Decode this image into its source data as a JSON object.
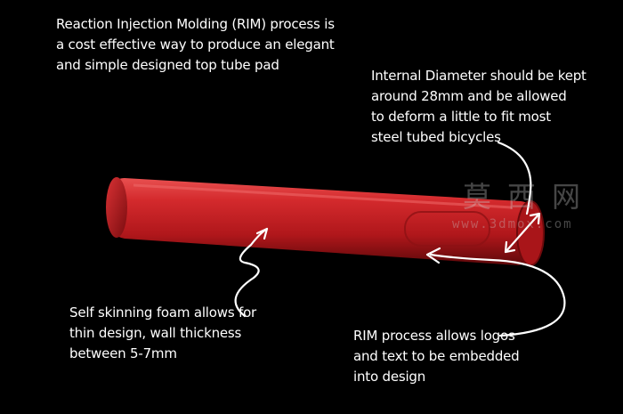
{
  "annotations": {
    "rim_process": "Reaction Injection Molding (RIM) process is\na cost effective way to produce an elegant\nand simple designed top tube pad",
    "internal_diameter": "Internal Diameter should be kept\naround 28mm  and be allowed\nto deform a little to fit most\nsteel tubed bicycles",
    "self_skinning": "Self skinning foam allows for\nthin design, wall thickness\nbetween 5-7mm",
    "logos": "RIM process allows logos\nand text to be embedded\ninto design"
  },
  "watermark": {
    "chinese": "莫西网",
    "url": "www.3dmox.com"
  },
  "colors": {
    "background": "#000000",
    "tube": "#c81e22",
    "tube_highlight": "#e23a3c",
    "tube_shadow": "#6e0a0c",
    "annotation": "#ffffff"
  }
}
